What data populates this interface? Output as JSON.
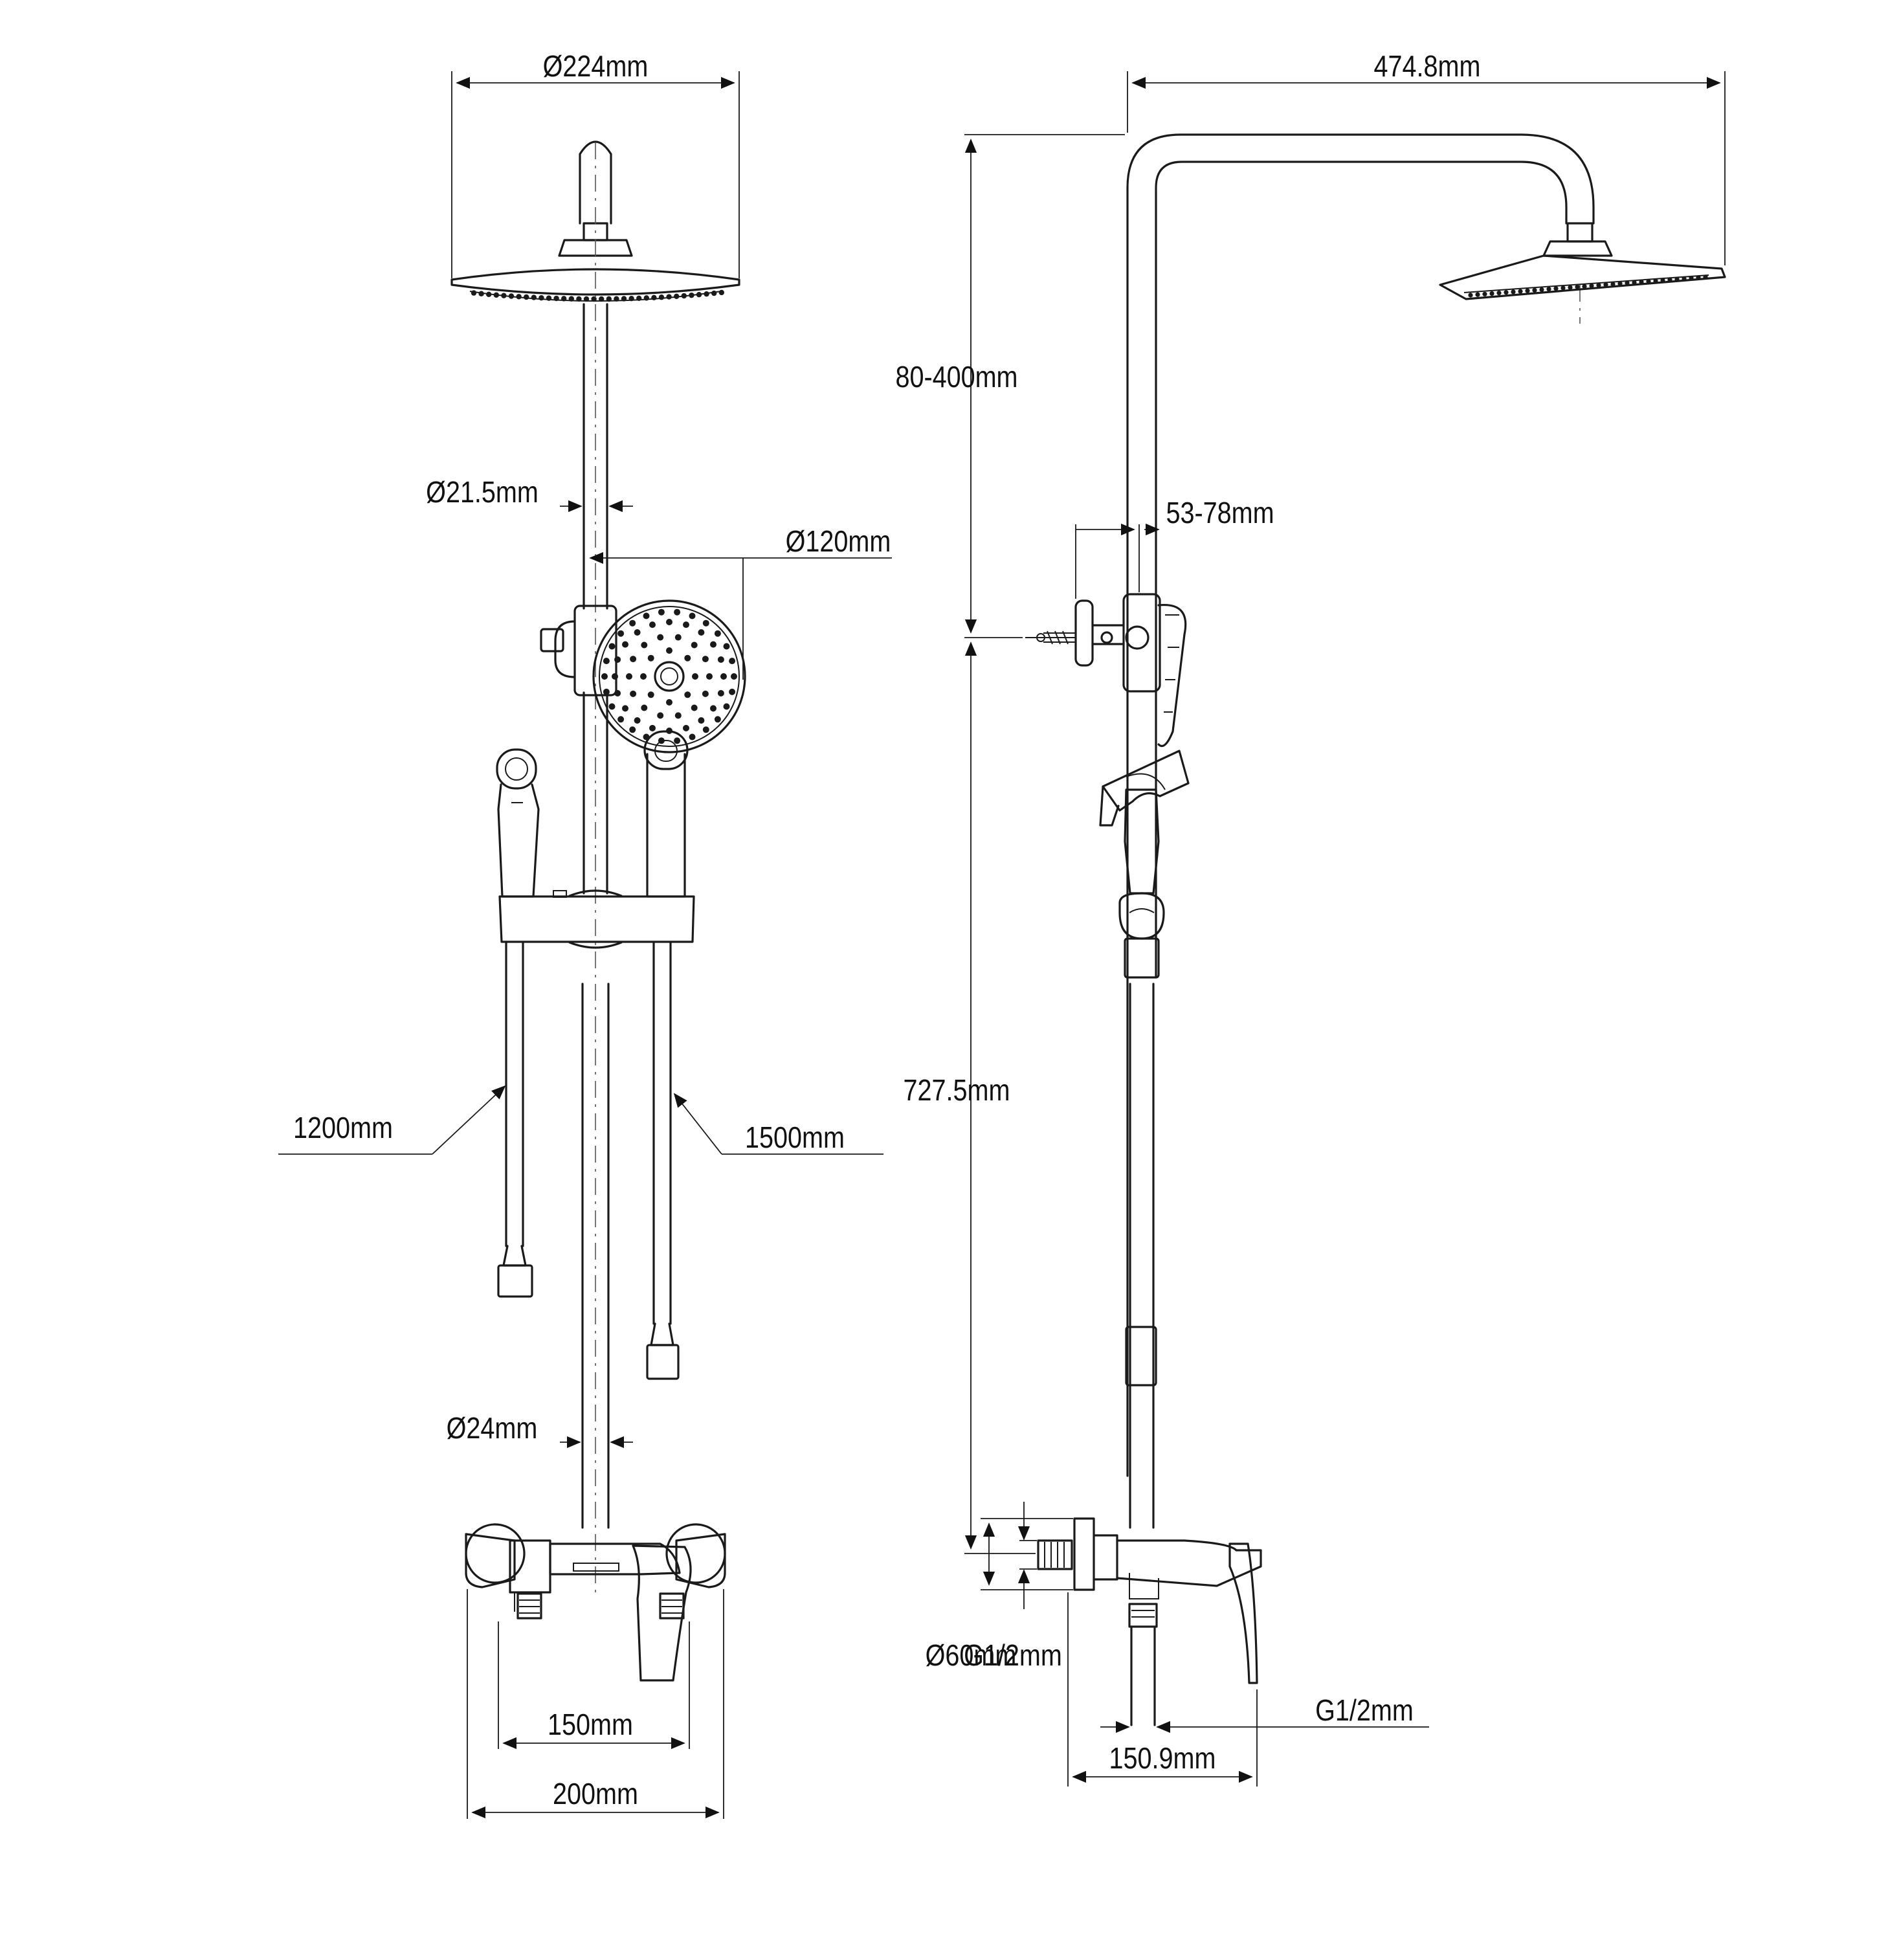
{
  "labels": {
    "head_dia": "Ø224mm",
    "arm_len": "474.8mm",
    "pipe_dia_top": "Ø21.5mm",
    "hand_dia": "Ø120mm",
    "height_adj": "80-400mm",
    "wall_dist": "53-78mm",
    "hose_small": "1200mm",
    "hose_large": "1500mm",
    "bar_len": "727.5mm",
    "pipe_dia_bottom": "Ø24mm",
    "flange_dia": "Ø60mm",
    "thread_side": "G1/2mm",
    "thread_bottom": "G1/2mm",
    "inlet_centers": "150mm",
    "mixer_width": "200mm",
    "mixer_depth": "150.9mm"
  }
}
